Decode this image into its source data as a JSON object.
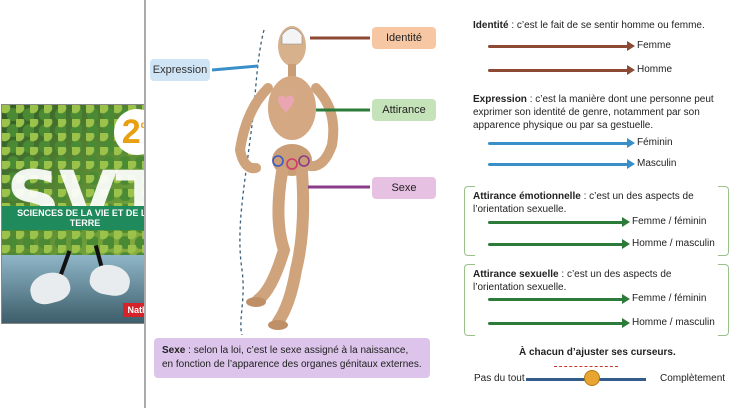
{
  "cover": {
    "grade": "2",
    "grade_suffix": "de",
    "title_big": "SVT",
    "subtitle": "SCIENCES DE LA VIE ET DE LA TERRE",
    "publisher": "Nathan"
  },
  "labels": {
    "identite": "Identité",
    "attirance": "Attirance",
    "sexe": "Sexe",
    "expression": "Expression"
  },
  "definitions": {
    "identite_term": "Identité",
    "identite_text": " : c’est le fait de se sentir homme ou femme.",
    "expression_term": "Expression",
    "expression_text": " : c’est la manière dont une personne peut exprimer son identité de genre, notamment par son apparence physique ou par sa gestuelle.",
    "attirance_emo_term": "Attirance émotionnelle",
    "attirance_emo_text": " : c’est un des aspects de l’orientation sexuelle.",
    "attirance_sex_term": "Attirance sexuelle",
    "attirance_sex_text": " : c’est un des aspects de l’orientation sexuelle.",
    "sexe_term": "Sexe",
    "sexe_text": " : selon la loi, c’est le sexe assigné à la naissance, en fonction de l’apparence des organes génitaux externes."
  },
  "sliders": {
    "identite": [
      "Femme",
      "Homme"
    ],
    "expression": [
      "Féminin",
      "Masculin"
    ],
    "attirance_emo": [
      "Femme / féminin",
      "Homme / masculin"
    ],
    "attirance_sex": [
      "Femme / féminin",
      "Homme / masculin"
    ]
  },
  "footer": {
    "title": "À chacun d’ajuster ses curseurs.",
    "left": "Pas du tout",
    "right": "Complètement"
  },
  "colors": {
    "identite": "#8c4a34",
    "expression": "#3a8fc9",
    "attirance": "#2d7b3a",
    "sexe": "#8a3b89",
    "footer_track": "#335c8a"
  }
}
